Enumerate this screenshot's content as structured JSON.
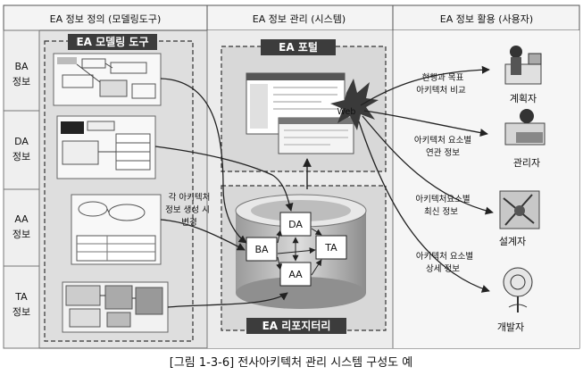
{
  "columns": {
    "define": "EA 정보 정의 (모델링도구)",
    "manage": "EA 정보 관리 (시스템)",
    "use": "EA 정보 활용 (사용자)"
  },
  "rows": [
    {
      "line1": "BA",
      "line2": "정보"
    },
    {
      "line1": "DA",
      "line2": "정보"
    },
    {
      "line1": "AA",
      "line2": "정보"
    },
    {
      "line1": "TA",
      "line2": "정보"
    }
  ],
  "banners": {
    "modeling_tool": "EA 모델링 도구",
    "portal": "EA 포털",
    "repository": "EA 리포지터리"
  },
  "web_label": "Web",
  "change_note": {
    "line1": "각 아키텍처",
    "line2": "정보 생성 시",
    "line3": "변경"
  },
  "repo_boxes": {
    "da": "DA",
    "ba": "BA",
    "ta": "TA",
    "aa": "AA"
  },
  "flows": [
    {
      "line1": "현행과 목표",
      "line2": "아키텍처 비교"
    },
    {
      "line1": "아키텍처 요소별",
      "line2": "연관 정보"
    },
    {
      "line1": "아키텍처요소별",
      "line2": "최신 정보"
    },
    {
      "line1": "아키텍처 요소별",
      "line2": "상세 정보"
    }
  ],
  "roles": {
    "planner": "계획자",
    "manager": "관리자",
    "designer": "설계자",
    "developer": "개발자"
  },
  "caption": "[그림 1-3-6] 전사아키텍처 관리 시스템 구성도 예"
}
